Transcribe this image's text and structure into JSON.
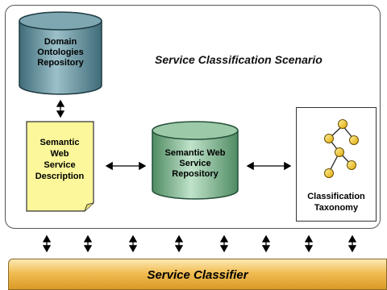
{
  "scenario_title": "Service Classification Scenario",
  "domain_repo": {
    "line1": "Domain",
    "line2": "Ontologies",
    "line3": "Repository"
  },
  "sws_description": {
    "line1": "Semantic",
    "line2": "Web",
    "line3": "Service",
    "line4": "Description"
  },
  "sws_repo": {
    "line1": "Semantic Web",
    "line2": "Service",
    "line3": "Repository"
  },
  "taxonomy": {
    "line1": "Classification",
    "line2": "Taxonomy"
  },
  "classifier": {
    "label": "Service Classifier"
  },
  "colors": {
    "domain_repo_fill": "#5f8a96",
    "sws_repo_fill": "#7fb28e",
    "note_fill": "#fbf79a",
    "tree_node": "#f2c21b",
    "classifier_fill": "#f1bd54"
  }
}
